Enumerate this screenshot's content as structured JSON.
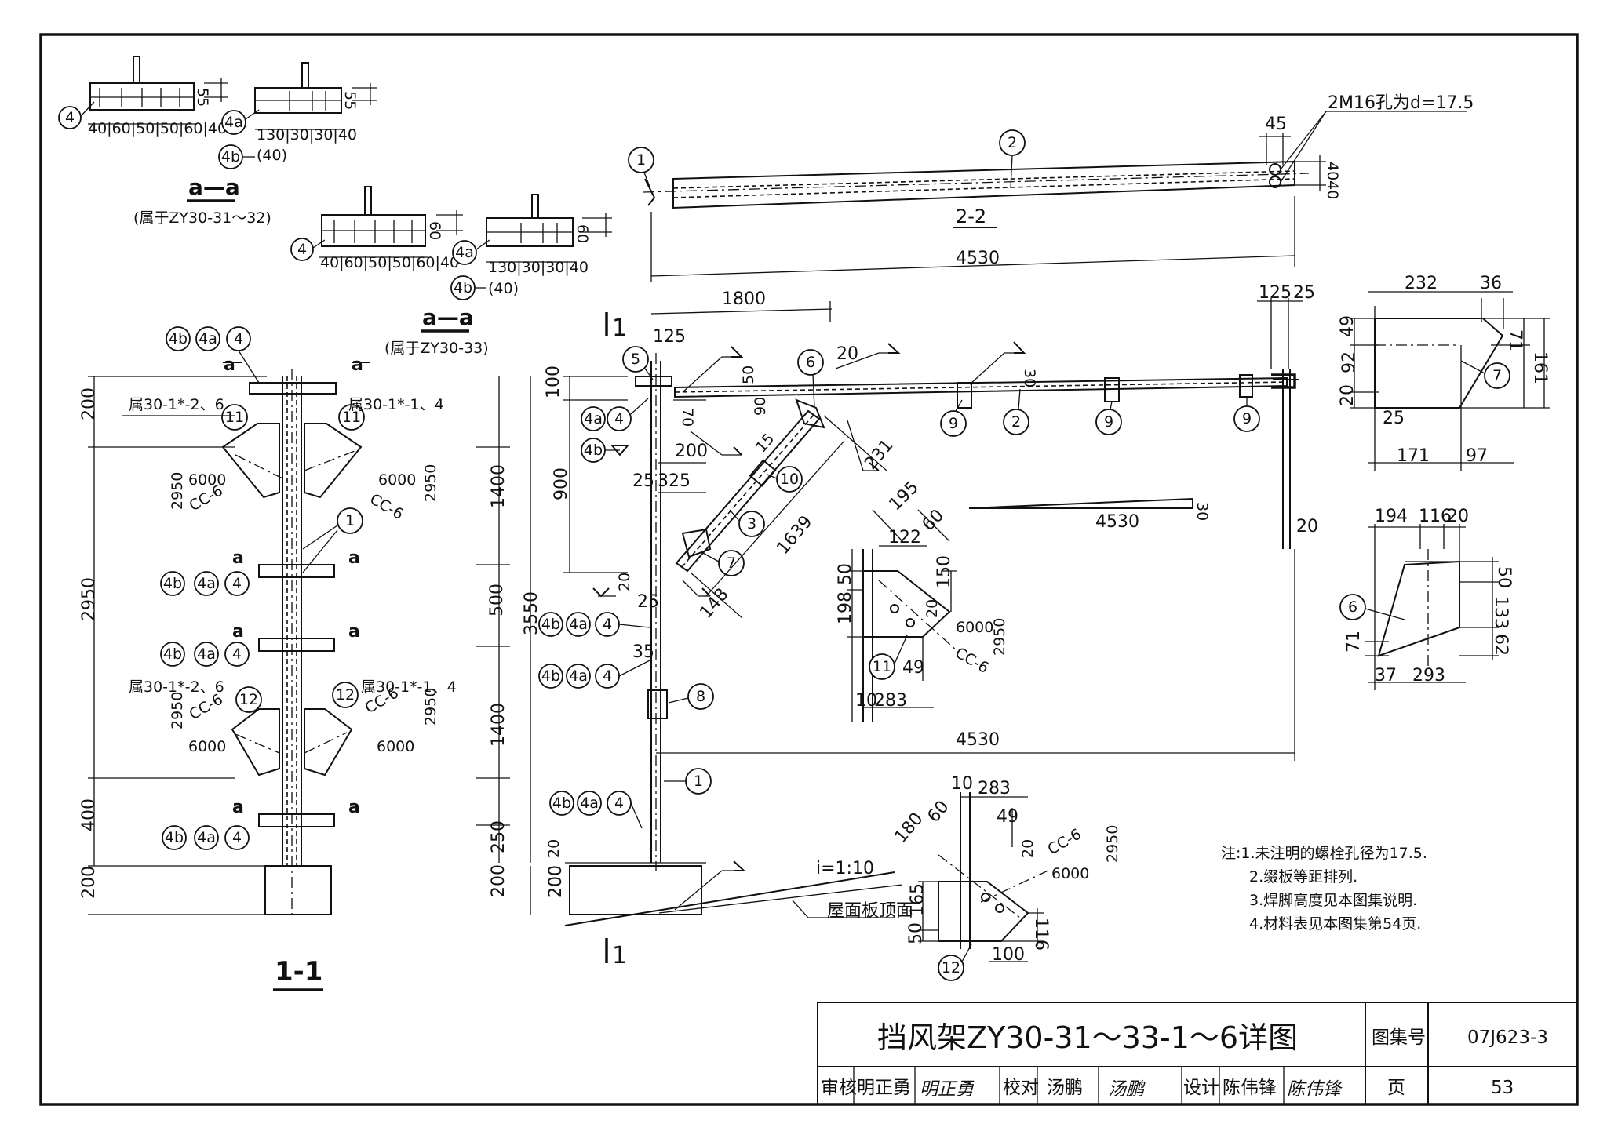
{
  "title_block": {
    "title": "挡风架ZY30-31～33-1～6详图",
    "atlas_label": "图集号",
    "atlas_no": "07J623-3",
    "review_label": "审核",
    "reviewer": "明正勇",
    "reviewer_sig": "明正勇",
    "check_label": "校对",
    "checker": "汤鹏",
    "checker_sig": "汤鹏",
    "design_label": "设计",
    "designer": "陈伟锋",
    "designer_sig": "陈伟锋",
    "page_label": "页",
    "page_no": "53"
  },
  "notes": [
    "注:1.未注明的螺栓孔径为17.5.",
    "2.缀板等距排列.",
    "3.焊脚高度见本图集说明.",
    "4.材料表见本图集第54页."
  ],
  "sections": {
    "aa_top_caption": "a—a",
    "aa_top_sub": "(属于ZY30-31～32)",
    "aa_bottom_caption": "a—a",
    "aa_bottom_sub": "(属于ZY30-33)",
    "s22": "2-2",
    "s11": "1-1",
    "mark_1_top": "1",
    "mark_1_bottom": "1",
    "mark_a": "a",
    "hole_note": "2M16孔为d=17.5",
    "slope": "i=1:10",
    "roof_label": "屋面板顶面",
    "belongs_26": "属30-1*-2、6",
    "belongs_14": "属30-1*-1、4"
  },
  "parts": {
    "p1": "1",
    "p2": "2",
    "p3": "3",
    "p4": "4",
    "p4a": "4a",
    "p4b": "4b",
    "p5": "5",
    "p6": "6",
    "p7": "7",
    "p8": "8",
    "p9": "9",
    "p10": "10",
    "p11": "11",
    "p12": "12"
  },
  "weld": {
    "cc": "CC-6",
    "len": "6000",
    "span": "2950"
  },
  "dims": {
    "aa1_pitch": "40|60|50|50|60|40",
    "aa1_h": "55",
    "aa2_pitch": "130|30|30|40",
    "aa2_sub": "(40)",
    "aa2_h": "55",
    "aa3_pitch": "40|60|50|50|60|40",
    "aa3_h": "60",
    "aa4_pitch": "130|30|30|40",
    "aa4_sub": "(40)",
    "aa4_h": "60",
    "d45": "45",
    "d4040": "4040",
    "len4530": "4530",
    "d1800": "1800",
    "d125": "125",
    "d25": "25",
    "d50": "50",
    "d70": "70",
    "d90": "90",
    "d20": "20",
    "d30": "30",
    "d100": "100",
    "d200": "200",
    "d325": "325",
    "d900": "900",
    "d1639": "1639",
    "d231": "231",
    "d148": "148",
    "d15": "15",
    "d35": "35",
    "d3550": "3550",
    "d500": "500",
    "d1400": "1400",
    "d2950": "2950",
    "d250": "250",
    "d400": "400",
    "d_left_200": "200",
    "p7_232": "232",
    "p7_36": "36",
    "p7_49": "49",
    "p7_92": "92",
    "p7_20": "20",
    "p7_71": "71",
    "p7_161": "161",
    "p7_25": "25",
    "p7_171": "171",
    "p7_97": "97",
    "p6_194": "194",
    "p6_116": "116",
    "p6_20": "20",
    "p6_50": "50",
    "p6_133": "133",
    "p6_62": "62",
    "p6_71": "71",
    "p6_37": "37",
    "p6_293": "293",
    "p11_195": "195",
    "p11_60": "60",
    "p11_122": "122",
    "p11_50": "50",
    "p11_150": "150",
    "p11_198": "198",
    "p11_20": "20",
    "p11_49": "49",
    "p11_10": "10",
    "p11_283": "283",
    "p12_10": "10",
    "p12_283": "283",
    "p12_180": "180",
    "p12_60": "60",
    "p12_49": "49",
    "p12_20": "20",
    "p12_165": "165",
    "p12_50": "50",
    "p12_116": "116",
    "p12_100": "100"
  }
}
